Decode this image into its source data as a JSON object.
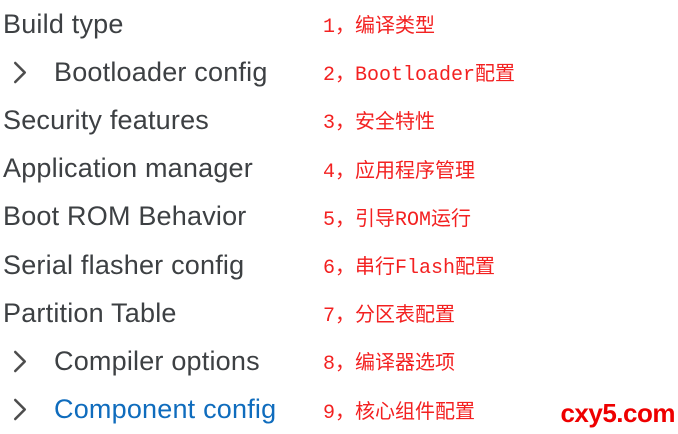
{
  "page": {
    "background": "#ffffff"
  },
  "colors": {
    "label_text": "#3d4043",
    "chevron": "#4d4d4d",
    "highlight_blue": "#0f6cbd",
    "annotation_red": "#f32121",
    "watermark_red": "#ee0000"
  },
  "menu": {
    "items": [
      {
        "label": "Build type",
        "annotation": "1，编译类型",
        "chevron": false,
        "highlighted": false
      },
      {
        "label": "Bootloader config",
        "annotation": "2，Bootloader配置",
        "chevron": true,
        "icon": "chevron-right",
        "highlighted": false
      },
      {
        "label": "Security features",
        "annotation": "3，安全特性",
        "chevron": false,
        "highlighted": false
      },
      {
        "label": "Application manager",
        "annotation": "4，应用程序管理",
        "chevron": false,
        "highlighted": false
      },
      {
        "label": "Boot ROM Behavior",
        "annotation": "5，引导ROM运行",
        "chevron": false,
        "highlighted": false
      },
      {
        "label": "Serial flasher config",
        "annotation": "6，串行Flash配置",
        "chevron": false,
        "highlighted": false
      },
      {
        "label": "Partition Table",
        "annotation": "7，分区表配置",
        "chevron": false,
        "highlighted": false
      },
      {
        "label": "Compiler options",
        "annotation": "8，编译器选项",
        "chevron": true,
        "icon": "chevron-right",
        "highlighted": false
      },
      {
        "label": "Component config",
        "annotation": "9，核心组件配置",
        "chevron": true,
        "icon": "chevron-right",
        "highlighted": true
      }
    ]
  },
  "watermark": {
    "text": "cxy5.com"
  }
}
